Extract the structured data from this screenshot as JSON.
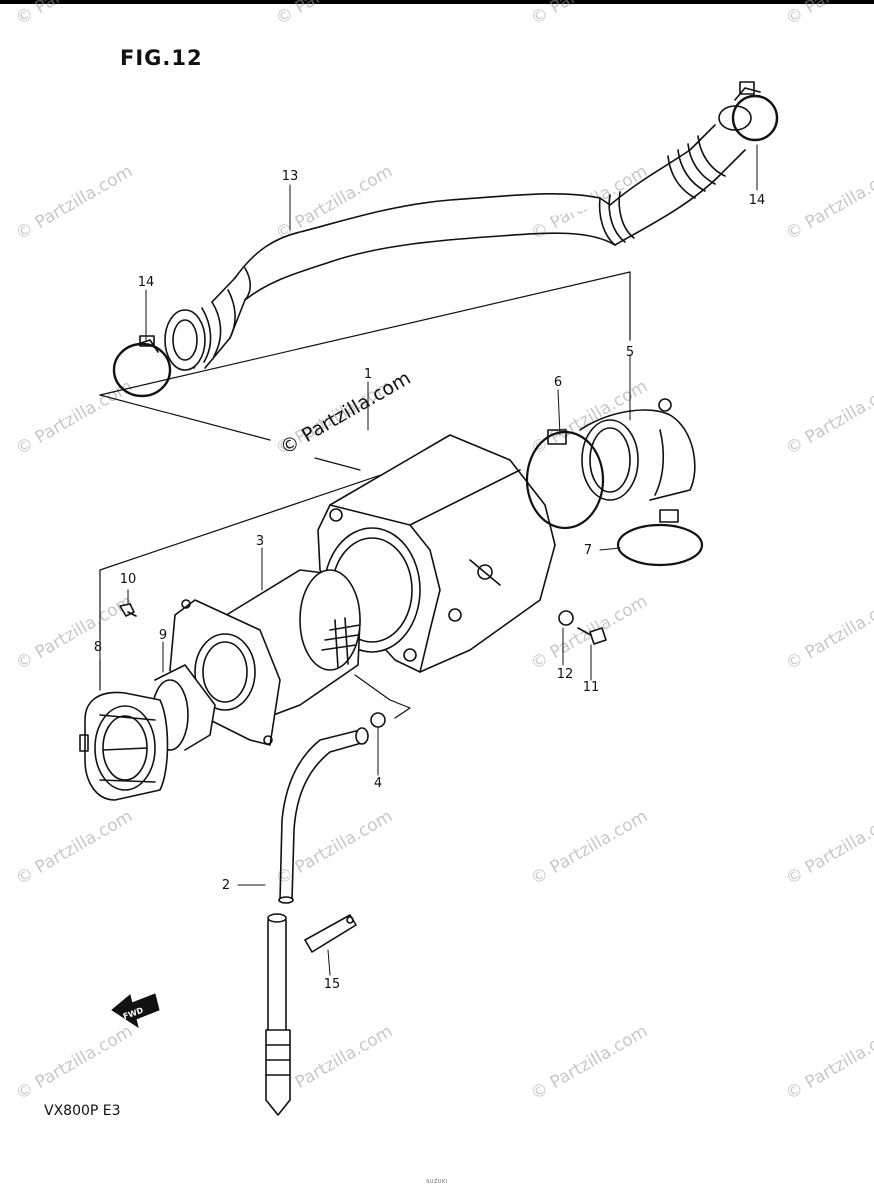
{
  "figure": {
    "title": "FIG.12",
    "model": "VX800P  E3"
  },
  "watermark": {
    "text": "© Partzilla.com",
    "color": "#9a9a9a"
  },
  "callouts": {
    "c1": "1",
    "c2": "2",
    "c3": "3",
    "c4": "4",
    "c5": "5",
    "c6": "6",
    "c7": "7",
    "c8": "8",
    "c9": "9",
    "c10": "10",
    "c11": "11",
    "c12": "12",
    "c13": "13",
    "c14a": "14",
    "c14b": "14",
    "c15": "15"
  },
  "direction_arrow": {
    "label": "FWD"
  },
  "footer": {
    "text": "SUZUKI"
  },
  "colors": {
    "line": "#111111",
    "paper": "#ffffff",
    "border": "#000000"
  }
}
